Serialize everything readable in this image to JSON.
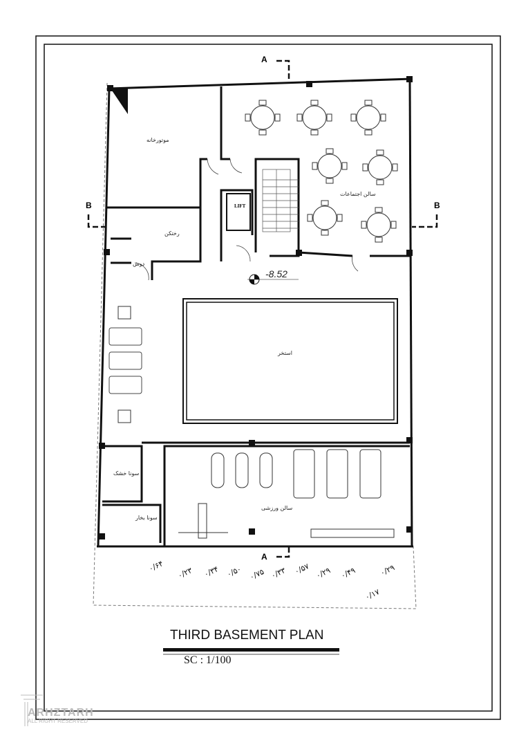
{
  "drawing": {
    "title": "THIRD BASEMENT PLAN",
    "scale": "SC :  1/100",
    "elevation": "-8.52",
    "section_markers": {
      "top": "A",
      "bottom": "A",
      "left": "B",
      "right": "B"
    }
  },
  "rooms": {
    "motor_room": "موتورخانه",
    "locker_room": "رختکن",
    "shower": "دوش",
    "lift": "LIFT",
    "assembly_hall": "سالن اجتماعات",
    "pool": "استخر",
    "dry_sauna": "سونا خشک",
    "steam_sauna": "سونا بخار",
    "gym": "سالن ورزشی"
  },
  "levels": [
    "۰/۶۴",
    "۰/۲۳",
    "۰/۳۴",
    "۰/۵۰",
    "۰/۷۵",
    "۰/۳۳",
    "۰/۵۷",
    "۰/۲۹",
    "۰/۴۹",
    "۰/۲۹",
    "۰/۱۷"
  ],
  "watermark": {
    "brand": "ARHZTARH",
    "rights": "ALL RIGHT RESERVED"
  }
}
